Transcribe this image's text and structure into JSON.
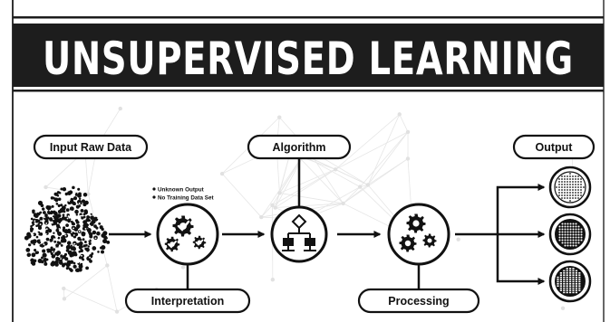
{
  "title": "UNSUPERVISED LEARNING",
  "stages": {
    "input": {
      "label": "Input Raw Data"
    },
    "interpretation": {
      "label": "Interpretation",
      "notes": [
        "Unknown Output",
        "No Training Data Set"
      ]
    },
    "algorithm": {
      "label": "Algorithm"
    },
    "processing": {
      "label": "Processing"
    },
    "output": {
      "label": "Output"
    }
  },
  "icons": {
    "raw_data": "scattered-points-cloud",
    "interpretation": "gears-with-checkmarks-icon",
    "algorithm": "decision-flowchart-icon",
    "processing": "gears-icon",
    "outputs": [
      "sparse-dot-cluster-icon",
      "dense-dot-cluster-icon",
      "grid-dot-cluster-icon"
    ]
  },
  "colors": {
    "banner": "#1d1d1d",
    "ink": "#111111",
    "background": "#ffffff",
    "network": "#e3e3e3"
  }
}
